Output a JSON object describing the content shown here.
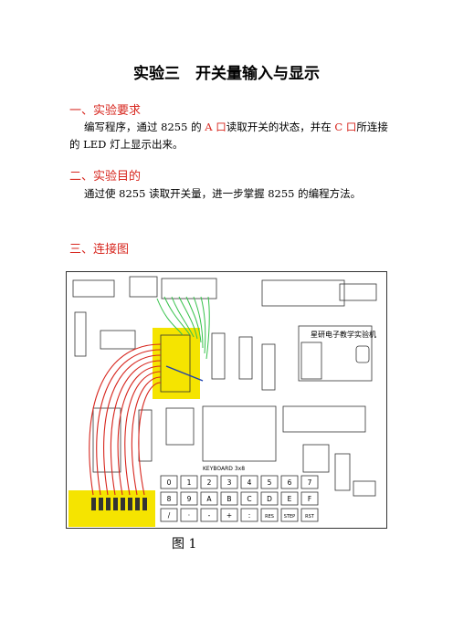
{
  "title": "实验三　开关量输入与显示",
  "sections": [
    {
      "heading": "一、实验要求",
      "text_before_a": "编写程序，通过 8255 的 ",
      "port_a": "A 口",
      "text_mid": "读取开关的状态，并在 ",
      "port_c": "C 口",
      "text_after": "所连接的 LED 灯上显示出来。"
    },
    {
      "heading": "二、实验目的",
      "text": "通过使 8255 读取开关量，进一步掌握 8255 的编程方法。"
    },
    {
      "heading": "三、连接图"
    }
  ],
  "figure": {
    "board_title": "星研电子教学实验机",
    "keyboard_label": "KEYBOARD 3x8",
    "keys_row1": [
      "0",
      "1",
      "2",
      "3",
      "4",
      "5",
      "6",
      "7"
    ],
    "keys_row2": [
      "8",
      "9",
      "A",
      "B",
      "C",
      "D",
      "E",
      "F"
    ],
    "keys_row3": [
      "/",
      "·",
      "-",
      "+",
      ":",
      "RES",
      "STEP",
      "RST"
    ],
    "caption": "图 1"
  }
}
